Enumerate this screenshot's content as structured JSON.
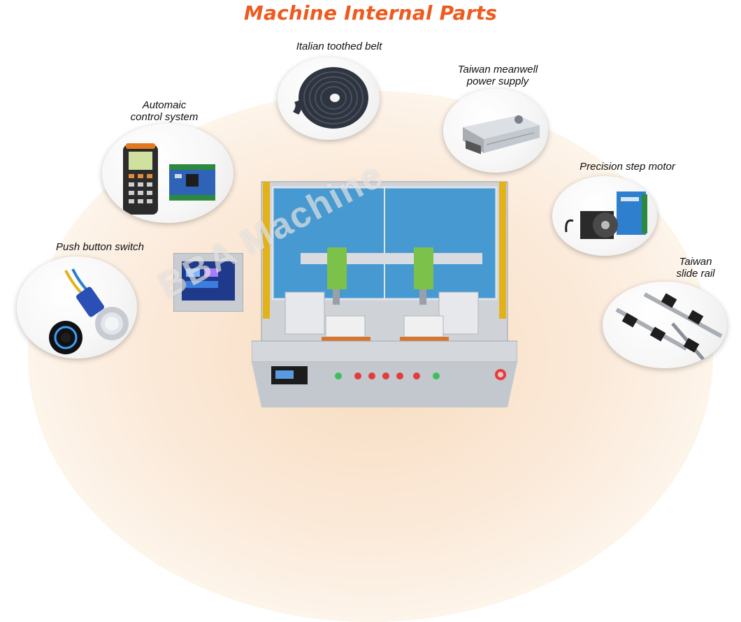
{
  "title": "Machine Internal Parts",
  "watermark": "BBA Machine",
  "parts": {
    "belt": {
      "label": "Italian toothed belt"
    },
    "power": {
      "label_line1": "Taiwan meanwell",
      "label_line2": "power supply"
    },
    "control": {
      "label_line1": "Automaic",
      "label_line2": "control system"
    },
    "motor": {
      "label": "Precision step motor"
    },
    "switch": {
      "label": "Push button switch"
    },
    "rail": {
      "label_line1": "Taiwan",
      "label_line2": "slide rail"
    }
  },
  "colors": {
    "title": "#ee5a1f",
    "glow": "#f7dcc0",
    "machine_glass": "#2f8fd0",
    "safety_light": "#e3b21b"
  }
}
